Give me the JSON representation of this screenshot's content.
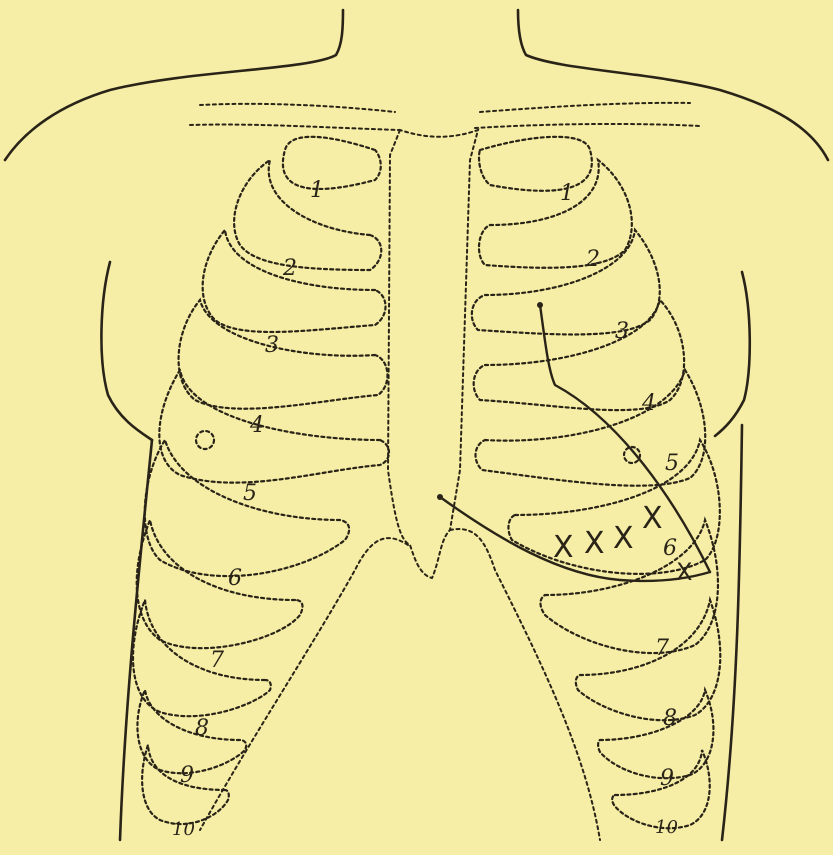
{
  "left_rib_numbers": [
    "1",
    "2",
    "3",
    "4",
    "5",
    "6",
    "7",
    "8",
    "9",
    "10"
  ],
  "right_rib_numbers": [
    "1",
    "2",
    "3",
    "4",
    "5",
    "6",
    "7",
    "8",
    "9",
    "10"
  ],
  "markers": [
    "X",
    "X",
    "X",
    "X",
    "X"
  ],
  "colors": {
    "background": "#f6eea6",
    "ink": "#2a2418"
  }
}
